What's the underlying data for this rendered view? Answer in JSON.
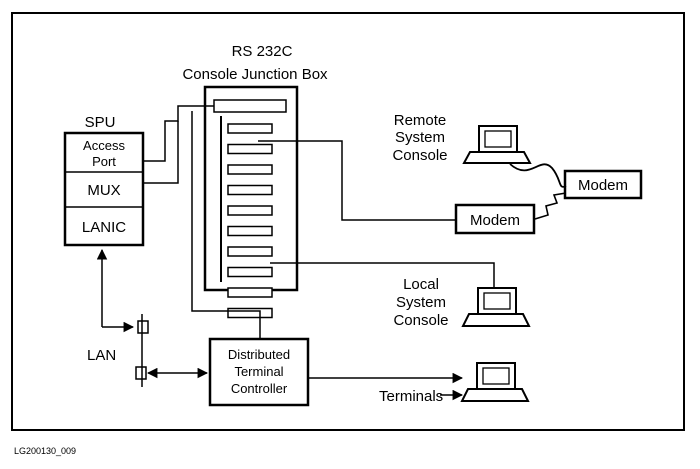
{
  "junction_box": {
    "title_line1": "RS 232C",
    "title_line2": "Console Junction Box",
    "port_count": 10
  },
  "spu": {
    "title": "SPU",
    "access_port_line1": "Access",
    "access_port_line2": "Port",
    "mux": "MUX",
    "lanic": "LANIC"
  },
  "remote_console": {
    "line1": "Remote",
    "line2": "System",
    "line3": "Console"
  },
  "modem_near": "Modem",
  "modem_far": "Modem",
  "local_console": {
    "line1": "Local",
    "line2": "System",
    "line3": "Console"
  },
  "lan": "LAN",
  "dtc": {
    "line1": "Distributed",
    "line2": "Terminal",
    "line3": "Controller"
  },
  "terminals": "Terminals",
  "figure_id": "LG200130_009"
}
